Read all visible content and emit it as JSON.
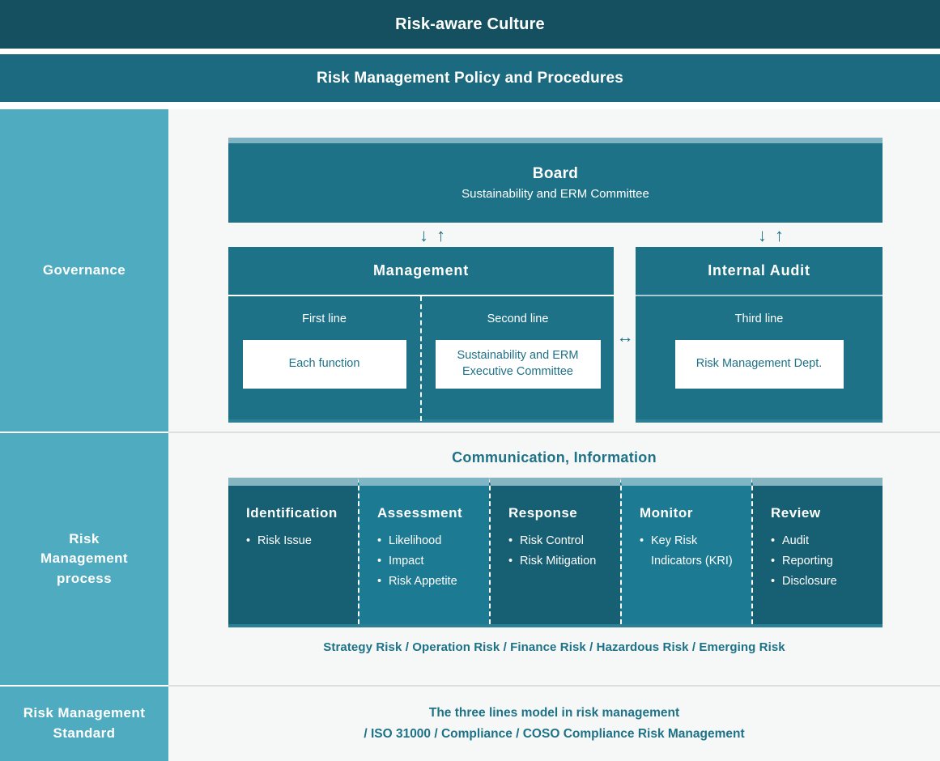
{
  "banners": {
    "culture": "Risk-aware Culture",
    "policy": "Risk Management Policy and Procedures"
  },
  "colors": {
    "dark_teal": "#14505f",
    "mid_teal": "#1b6a80",
    "box_teal": "#1d7288",
    "sidebar_teal": "#4fabc0",
    "light_band": "#7fb3c2",
    "panel_bg": "#f6f7f7",
    "text_teal": "#1d7288",
    "white": "#ffffff"
  },
  "sidebar": {
    "governance": "Governance",
    "process": "Risk\nManagement\nprocess",
    "process_lines": [
      "Risk",
      "Management",
      "process"
    ],
    "standard_lines": [
      "Risk Management",
      "Standard"
    ]
  },
  "governance": {
    "board": {
      "title": "Board",
      "subtitle": "Sustainability and ERM Committee"
    },
    "arrows": {
      "down": "↓",
      "up": "↑",
      "bidirectional": "↔"
    },
    "management": {
      "title": "Management",
      "lines": [
        {
          "label": "First line",
          "card": "Each function"
        },
        {
          "label": "Second line",
          "card": "Sustainability and ERM\nExecutive Committee",
          "card_lines": [
            "Sustainability and ERM",
            "Executive Committee"
          ]
        }
      ]
    },
    "internal_audit": {
      "title": "Internal Audit",
      "lines": [
        {
          "label": "Third line",
          "card": "Risk Management Dept."
        }
      ]
    }
  },
  "process": {
    "communication_title": "Communication, Information",
    "columns": [
      {
        "title": "Identification",
        "items": [
          "Risk Issue"
        ],
        "shade": "#175f73",
        "band": "#87b4c1"
      },
      {
        "title": "Assessment",
        "items": [
          "Likelihood",
          "Impact",
          "Risk Appetite"
        ],
        "shade": "#1d7a93",
        "band": "#7fb6c6"
      },
      {
        "title": "Response",
        "items": [
          "Risk Control",
          "Risk Mitigation"
        ],
        "shade": "#175f73",
        "band": "#87b4c1"
      },
      {
        "title": "Monitor",
        "items": [
          "Key Risk Indicators (KRI)"
        ],
        "shade": "#1d7a93",
        "band": "#7fb6c6"
      },
      {
        "title": "Review",
        "items": [
          "Audit",
          "Reporting",
          "Disclosure"
        ],
        "shade": "#175f73",
        "band": "#87b4c1"
      }
    ],
    "risk_types": "Strategy Risk / Operation Risk / Finance Risk / Hazardous Risk / Emerging Risk"
  },
  "standard": {
    "line1": "The three lines model in risk management",
    "line2": "/ ISO 31000 / Compliance / COSO Compliance Risk Management"
  }
}
